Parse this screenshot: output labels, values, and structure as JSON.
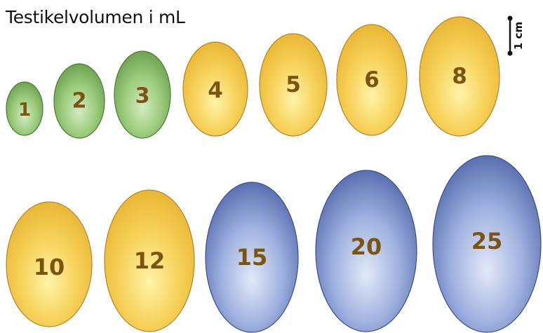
{
  "title": "Testikelvolumen i mL",
  "scale_bar": {
    "label": "1 cm",
    "length_cm": 1
  },
  "palette": {
    "green": {
      "hi": "#d4ebc2",
      "mid": "#9ccc7c",
      "lo": "#6ea350",
      "stroke": "#4f7a39"
    },
    "yellow": {
      "hi": "#fff3a8",
      "mid": "#f7d25a",
      "lo": "#e9b734",
      "stroke": "#b3852a"
    },
    "blue": {
      "hi": "#e3e9f8",
      "mid": "#9fb1e0",
      "lo": "#5a6fb0",
      "stroke": "#3f4f86"
    },
    "label_color": "#7a5410"
  },
  "volumes": [
    {
      "label": "1",
      "volume_ml": 1,
      "color": "green"
    },
    {
      "label": "2",
      "volume_ml": 2,
      "color": "green"
    },
    {
      "label": "3",
      "volume_ml": 3,
      "color": "green"
    },
    {
      "label": "4",
      "volume_ml": 4,
      "color": "yellow"
    },
    {
      "label": "5",
      "volume_ml": 5,
      "color": "yellow"
    },
    {
      "label": "6",
      "volume_ml": 6,
      "color": "yellow"
    },
    {
      "label": "8",
      "volume_ml": 8,
      "color": "yellow"
    },
    {
      "label": "10",
      "volume_ml": 10,
      "color": "yellow"
    },
    {
      "label": "12",
      "volume_ml": 12,
      "color": "yellow"
    },
    {
      "label": "15",
      "volume_ml": 15,
      "color": "blue"
    },
    {
      "label": "20",
      "volume_ml": 20,
      "color": "blue"
    },
    {
      "label": "25",
      "volume_ml": 25,
      "color": "blue"
    }
  ]
}
